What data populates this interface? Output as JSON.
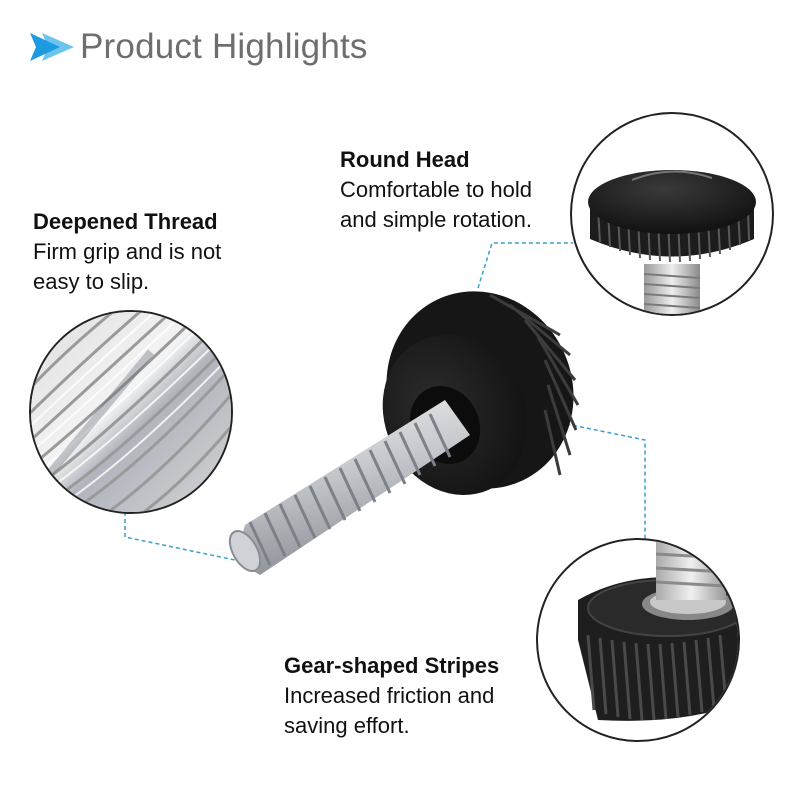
{
  "header": {
    "title": "Product Highlights",
    "icon": "double-chevron-arrow-icon",
    "icon_colors": [
      "#1e9be0",
      "#6cc4ee"
    ],
    "title_color": "#6d6e70"
  },
  "callouts": [
    {
      "id": "round-head",
      "title": "Round Head",
      "lines": [
        "Comfortable to hold",
        "and simple rotation."
      ],
      "detail_image": "knob-top-closeup"
    },
    {
      "id": "deepened-thread",
      "title": "Deepened Thread",
      "lines": [
        "Firm grip and is not",
        "easy to slip."
      ],
      "detail_image": "thread-closeup"
    },
    {
      "id": "gear-shaped-stripes",
      "title": "Gear-shaped Stripes",
      "lines": [
        "Increased friction and",
        "saving effort."
      ],
      "detail_image": "knurled-edge-closeup"
    }
  ],
  "product": {
    "image": "thumb-screw-with-knurled-black-head",
    "connector_color": "#3aa0c8"
  }
}
